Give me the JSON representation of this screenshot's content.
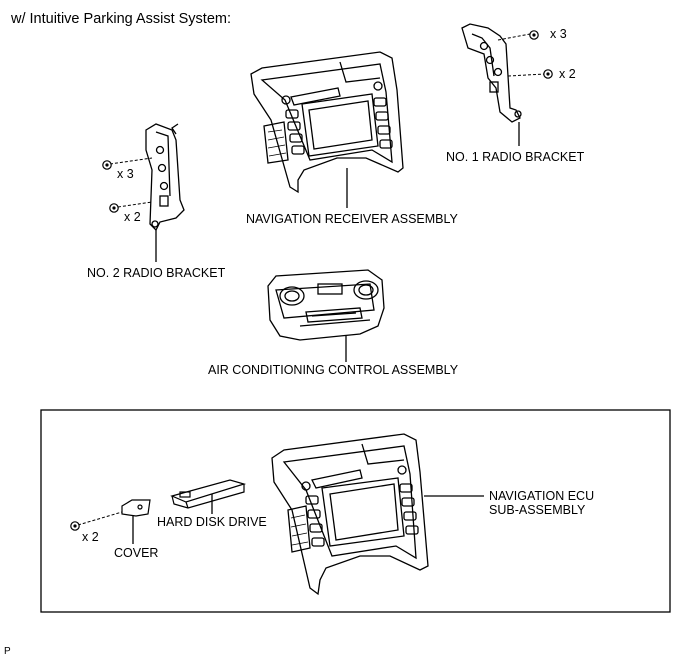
{
  "header": {
    "title": "w/ Intuitive Parking Assist System:"
  },
  "labels": {
    "nav_receiver": "NAVIGATION RECEIVER ASSEMBLY",
    "no1_bracket": "NO. 1 RADIO BRACKET",
    "no2_bracket": "NO. 2 RADIO BRACKET",
    "ac_control": "AIR CONDITIONING CONTROL ASSEMBLY",
    "nav_ecu_line1": "NAVIGATION ECU",
    "nav_ecu_line2": "SUB-ASSEMBLY",
    "hard_disk": "HARD DISK DRIVE",
    "cover": "COVER"
  },
  "quantities": {
    "no1_x3": "x 3",
    "no1_x2": "x 2",
    "no2_x3": "x 3",
    "no2_x2": "x 2",
    "cover_x2": "x 2"
  },
  "footer": {
    "code": "P"
  }
}
